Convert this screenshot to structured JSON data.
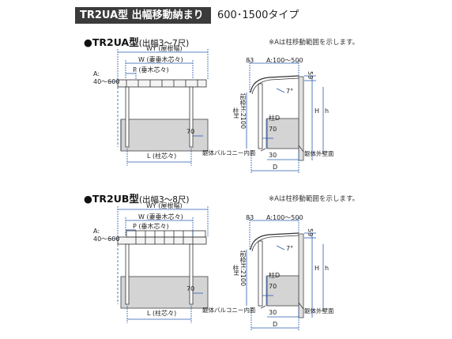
{
  "header": {
    "title": "TR2UA型 出幅移動納まり",
    "subtitle": "600･1500タイプ"
  },
  "sections": [
    {
      "title": "●TR2UA型",
      "title_paren": "(出幅3～7尺)",
      "note": "※Aは柱移動範囲を示します。",
      "front": {
        "wy": "WY (屋根幅)",
        "w": "W (妻垂木芯々)",
        "p": "P (垂木芯々)",
        "a": "A:",
        "a_range": "40～600",
        "dim70": "70",
        "l": "L (柱芯々)"
      },
      "side": {
        "d83": "83",
        "a_range": "A:100～500",
        "d59": "59",
        "angle": "7°",
        "h_big": "H",
        "h_small": "h",
        "pillar_h": "柱H",
        "front_h": "前枠H:2100",
        "pillar_d": "柱D",
        "dim70": "70",
        "dim30": "30",
        "d": "D",
        "balcony": "躯体バルコニー内面",
        "wall": "躯体外壁面"
      }
    },
    {
      "title": "●TR2UB型",
      "title_paren": "(出幅3～8尺)",
      "note": "※Aは柱移動範囲を示します。",
      "front": {
        "wy": "WY (屋根幅)",
        "w": "W (妻垂木芯々)",
        "p": "P (垂木芯々)",
        "a": "A:",
        "a_range": "40～600",
        "dim70": "70",
        "l": "L (柱芯々)"
      },
      "side": {
        "d83": "83",
        "a_range": "A:100～500",
        "d59": "59",
        "angle": "7°",
        "h_big": "H",
        "h_small": "h",
        "pillar_h": "柱H",
        "front_h": "前枠H:2100",
        "pillar_d": "柱D",
        "dim70": "70",
        "dim30": "30",
        "d": "D",
        "balcony": "躯体バルコニー内面",
        "wall": "躯体外壁面"
      }
    }
  ]
}
